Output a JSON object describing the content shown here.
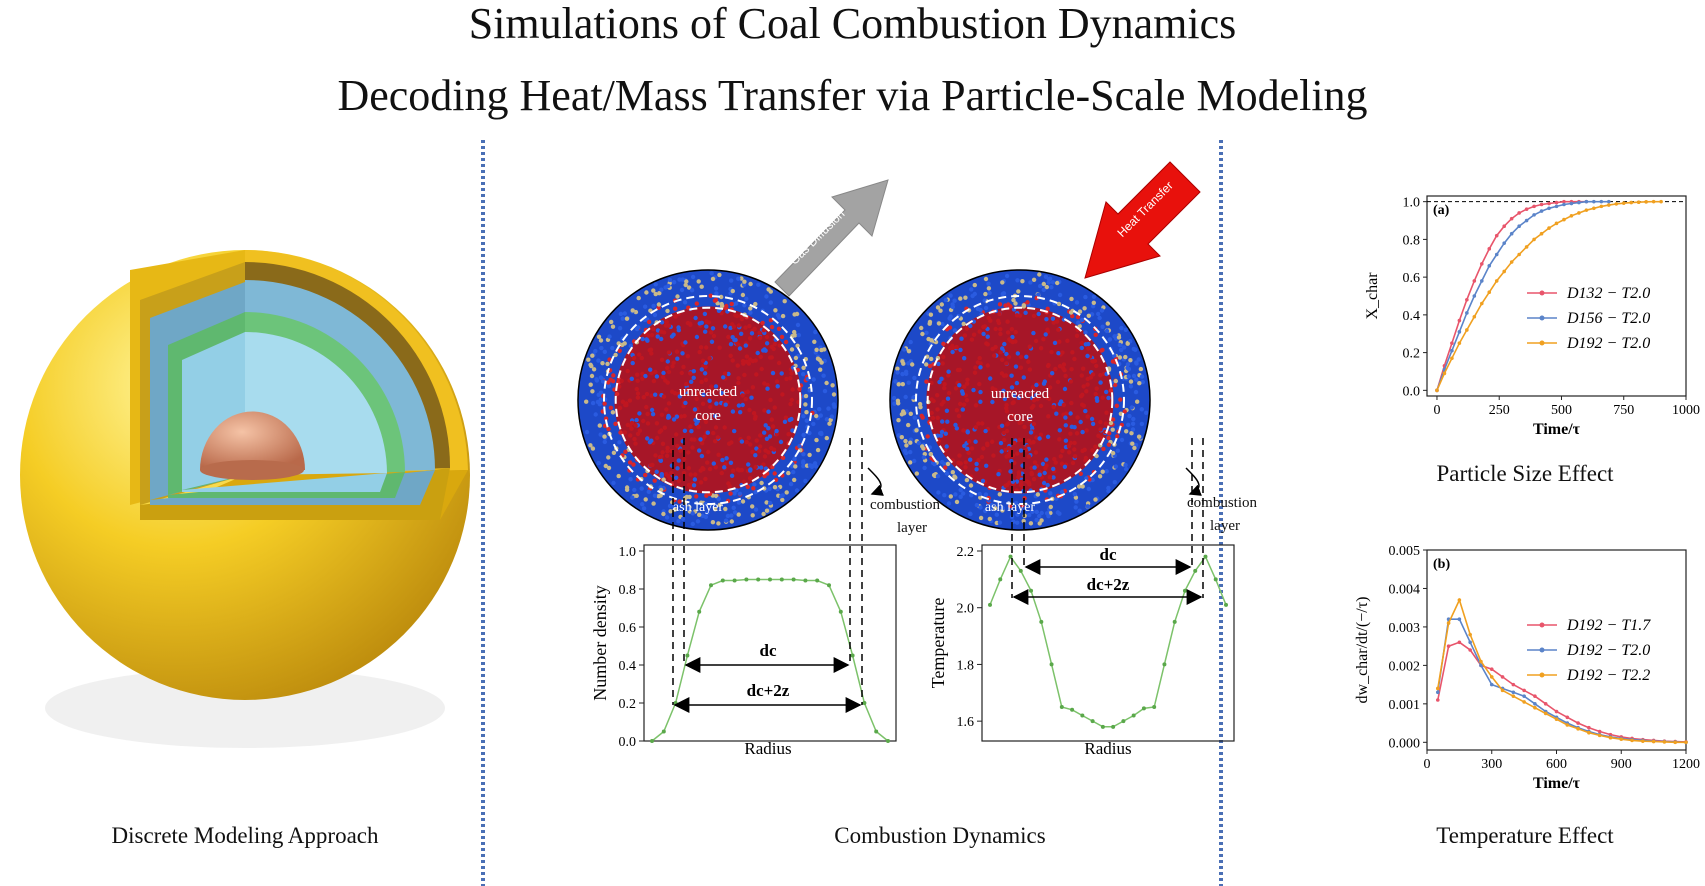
{
  "titles": {
    "line1": "Simulations of Coal Combustion Dynamics",
    "line2": "Decoding Heat/Mass Transfer via Particle-Scale Modeling"
  },
  "captions": {
    "left": "Discrete Modeling Approach",
    "middle": "Combustion Dynamics",
    "right_top": "Particle Size Effect",
    "right_bottom": "Temperature Effect"
  },
  "middle_panel": {
    "arrow_gas": "Gas Diffusion",
    "arrow_heat": "Heat Transfer",
    "core_label_line1": "unreacted",
    "core_label_line2": "core",
    "ash_label": "ash layer",
    "combustion_label_line1": "combustion",
    "combustion_label_line2": "layer",
    "dc_label": "dc",
    "dc2z_label": "dc+2z",
    "left_plot": {
      "ylabel": "Number density",
      "xlabel": "Radius",
      "yticks": [
        "0.0",
        "0.2",
        "0.4",
        "0.6",
        "0.8",
        "1.0"
      ],
      "yrange": [
        0,
        1.0
      ],
      "values": [
        0.0,
        0.05,
        0.2,
        0.45,
        0.68,
        0.82,
        0.845,
        0.845,
        0.85,
        0.85,
        0.85,
        0.85,
        0.85,
        0.845,
        0.845,
        0.82,
        0.68,
        0.45,
        0.2,
        0.05,
        0.0
      ]
    },
    "right_plot": {
      "ylabel": "Temperature",
      "xlabel": "Radius",
      "yticks": [
        "1.6",
        "1.8",
        "2.0",
        "2.2"
      ],
      "yrange": [
        1.53,
        2.2
      ],
      "values": [
        2.01,
        2.1,
        2.18,
        2.13,
        2.06,
        1.95,
        1.8,
        1.65,
        1.64,
        1.62,
        1.6,
        1.58,
        1.58,
        1.6,
        1.62,
        1.645,
        1.65,
        1.8,
        1.95,
        2.06,
        2.13,
        2.18,
        2.1,
        2.01
      ]
    }
  },
  "chart_data": [
    {
      "type": "line",
      "panel_label": "(a)",
      "xlabel": "Time/τ",
      "ylabel": "X_char",
      "xlim": [
        -40,
        1000
      ],
      "ylim": [
        -0.03,
        1.03
      ],
      "xticks": [
        "0",
        "250",
        "500",
        "750",
        "1000"
      ],
      "yticks": [
        "0.0",
        "0.2",
        "0.4",
        "0.6",
        "0.8",
        "1.0"
      ],
      "reference_line": 1.0,
      "series": [
        {
          "name": "D132 − T2.0",
          "color": "#e8556b",
          "x": [
            0,
            30,
            60,
            90,
            120,
            150,
            180,
            210,
            240,
            270,
            300,
            330,
            360,
            390,
            420,
            450,
            480,
            510,
            540,
            570,
            600
          ],
          "y": [
            0.0,
            0.13,
            0.25,
            0.37,
            0.48,
            0.58,
            0.67,
            0.75,
            0.82,
            0.87,
            0.91,
            0.94,
            0.96,
            0.975,
            0.985,
            0.99,
            0.995,
            1.0,
            1.0,
            1.0,
            1.0
          ]
        },
        {
          "name": "D156 − T2.0",
          "color": "#5b84c9",
          "x": [
            0,
            30,
            60,
            90,
            120,
            150,
            180,
            210,
            240,
            270,
            300,
            330,
            360,
            390,
            420,
            450,
            480,
            510,
            540,
            570,
            600,
            630,
            660,
            690
          ],
          "y": [
            0.0,
            0.11,
            0.21,
            0.31,
            0.41,
            0.5,
            0.58,
            0.66,
            0.72,
            0.78,
            0.83,
            0.87,
            0.9,
            0.93,
            0.95,
            0.965,
            0.975,
            0.985,
            0.99,
            0.995,
            1.0,
            1.0,
            1.0,
            1.0
          ]
        },
        {
          "name": "D192 − T2.0",
          "color": "#f0a020",
          "x": [
            0,
            30,
            60,
            90,
            120,
            150,
            180,
            210,
            240,
            270,
            300,
            330,
            360,
            390,
            420,
            450,
            480,
            510,
            540,
            570,
            600,
            630,
            660,
            690,
            720,
            750,
            780,
            810,
            840,
            870,
            900
          ],
          "y": [
            0.0,
            0.09,
            0.17,
            0.25,
            0.32,
            0.39,
            0.46,
            0.52,
            0.58,
            0.63,
            0.68,
            0.72,
            0.76,
            0.8,
            0.83,
            0.86,
            0.885,
            0.905,
            0.925,
            0.94,
            0.955,
            0.965,
            0.975,
            0.982,
            0.988,
            0.992,
            0.995,
            0.997,
            0.999,
            1.0,
            1.0
          ]
        }
      ]
    },
    {
      "type": "line",
      "panel_label": "(b)",
      "xlabel": "Time/τ",
      "ylabel": "dw_char/dt/(−/τ)",
      "xlim": [
        0,
        1200
      ],
      "ylim": [
        -0.0002,
        0.005
      ],
      "xticks": [
        "0",
        "300",
        "600",
        "900",
        "1200"
      ],
      "yticks": [
        "0.000",
        "0.001",
        "0.002",
        "0.003",
        "0.004",
        "0.005"
      ],
      "series": [
        {
          "name": "D192 − T1.7",
          "color": "#e8556b",
          "x": [
            50,
            100,
            150,
            200,
            250,
            300,
            350,
            400,
            450,
            500,
            550,
            600,
            650,
            700,
            750,
            800,
            850,
            900,
            950,
            1000,
            1050,
            1100,
            1150,
            1200
          ],
          "y": [
            0.0011,
            0.0025,
            0.0026,
            0.0024,
            0.002,
            0.0019,
            0.0017,
            0.0015,
            0.00135,
            0.0012,
            0.001,
            0.0008,
            0.00065,
            0.0005,
            0.00038,
            0.00028,
            0.0002,
            0.00014,
            0.0001,
            7e-05,
            5e-05,
            3e-05,
            2e-05,
            1e-05
          ]
        },
        {
          "name": "D192 − T2.0",
          "color": "#5b84c9",
          "x": [
            50,
            100,
            150,
            200,
            250,
            300,
            350,
            400,
            450,
            500,
            550,
            600,
            650,
            700,
            750,
            800,
            850,
            900,
            950,
            1000,
            1050,
            1100,
            1150,
            1200
          ],
          "y": [
            0.0013,
            0.0032,
            0.0032,
            0.0026,
            0.002,
            0.0015,
            0.0014,
            0.0013,
            0.0012,
            0.001,
            0.0008,
            0.00065,
            0.0005,
            0.00038,
            0.00028,
            0.0002,
            0.00014,
            0.0001,
            7e-05,
            5e-05,
            3e-05,
            2e-05,
            1e-05,
            0.0
          ]
        },
        {
          "name": "D192 − T2.2",
          "color": "#f0a020",
          "x": [
            50,
            100,
            150,
            200,
            250,
            300,
            350,
            400,
            450,
            500,
            550,
            600,
            650,
            700,
            750,
            800,
            850,
            900,
            950,
            1000,
            1050,
            1100,
            1150,
            1200
          ],
          "y": [
            0.0014,
            0.0031,
            0.0037,
            0.0028,
            0.0021,
            0.0017,
            0.00135,
            0.0012,
            0.00105,
            0.0009,
            0.00075,
            0.0006,
            0.00045,
            0.00035,
            0.00025,
            0.00018,
            0.00012,
            8e-05,
            5e-05,
            3e-05,
            2e-05,
            1e-05,
            0.0,
            0.0
          ]
        }
      ]
    }
  ]
}
